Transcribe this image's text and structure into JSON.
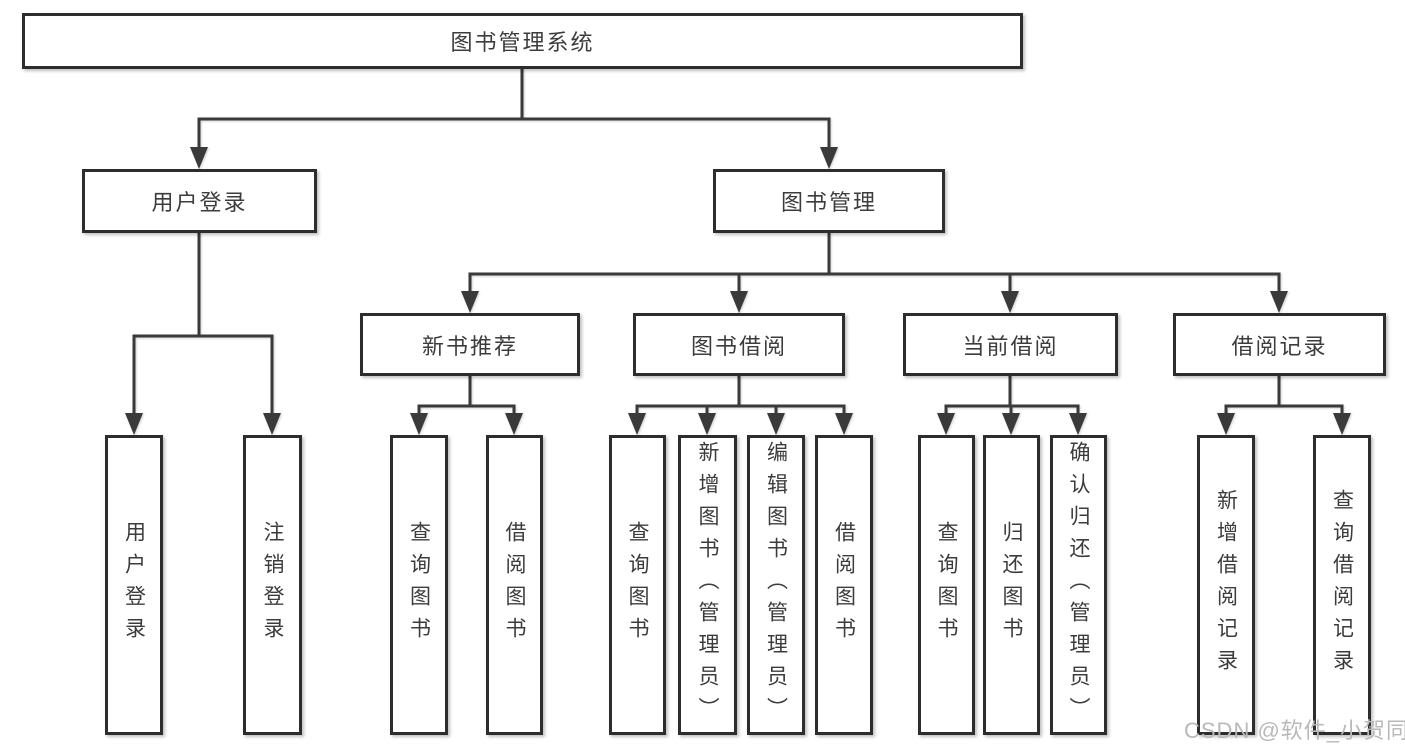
{
  "diagram": {
    "root": {
      "label": "图书管理系统"
    },
    "level2": [
      {
        "label": "用户登录"
      },
      {
        "label": "图书管理"
      }
    ],
    "level3": [
      {
        "label": "新书推荐"
      },
      {
        "label": "图书借阅"
      },
      {
        "label": "当前借阅"
      },
      {
        "label": "借阅记录"
      }
    ],
    "leaves": [
      {
        "label": "用户登录"
      },
      {
        "label": "注销登录"
      },
      {
        "label": "查询图书"
      },
      {
        "label": "借阅图书"
      },
      {
        "label": "查询图书"
      },
      {
        "label": "新增图书（管理员）"
      },
      {
        "label": "编辑图书（管理员）"
      },
      {
        "label": "借阅图书"
      },
      {
        "label": "查询图书"
      },
      {
        "label": "归还图书"
      },
      {
        "label": "确认归还（管理员）"
      },
      {
        "label": "新增借阅记录"
      },
      {
        "label": "查询借阅记录"
      }
    ]
  },
  "watermark": {
    "text": "CSDN @软件_小贺同学"
  },
  "colors": {
    "line": "#3a3a3a",
    "box_border": "#2d2d2d",
    "text": "#3c3c3c",
    "watermark": "#b9b9b9",
    "background": "#ffffff"
  }
}
